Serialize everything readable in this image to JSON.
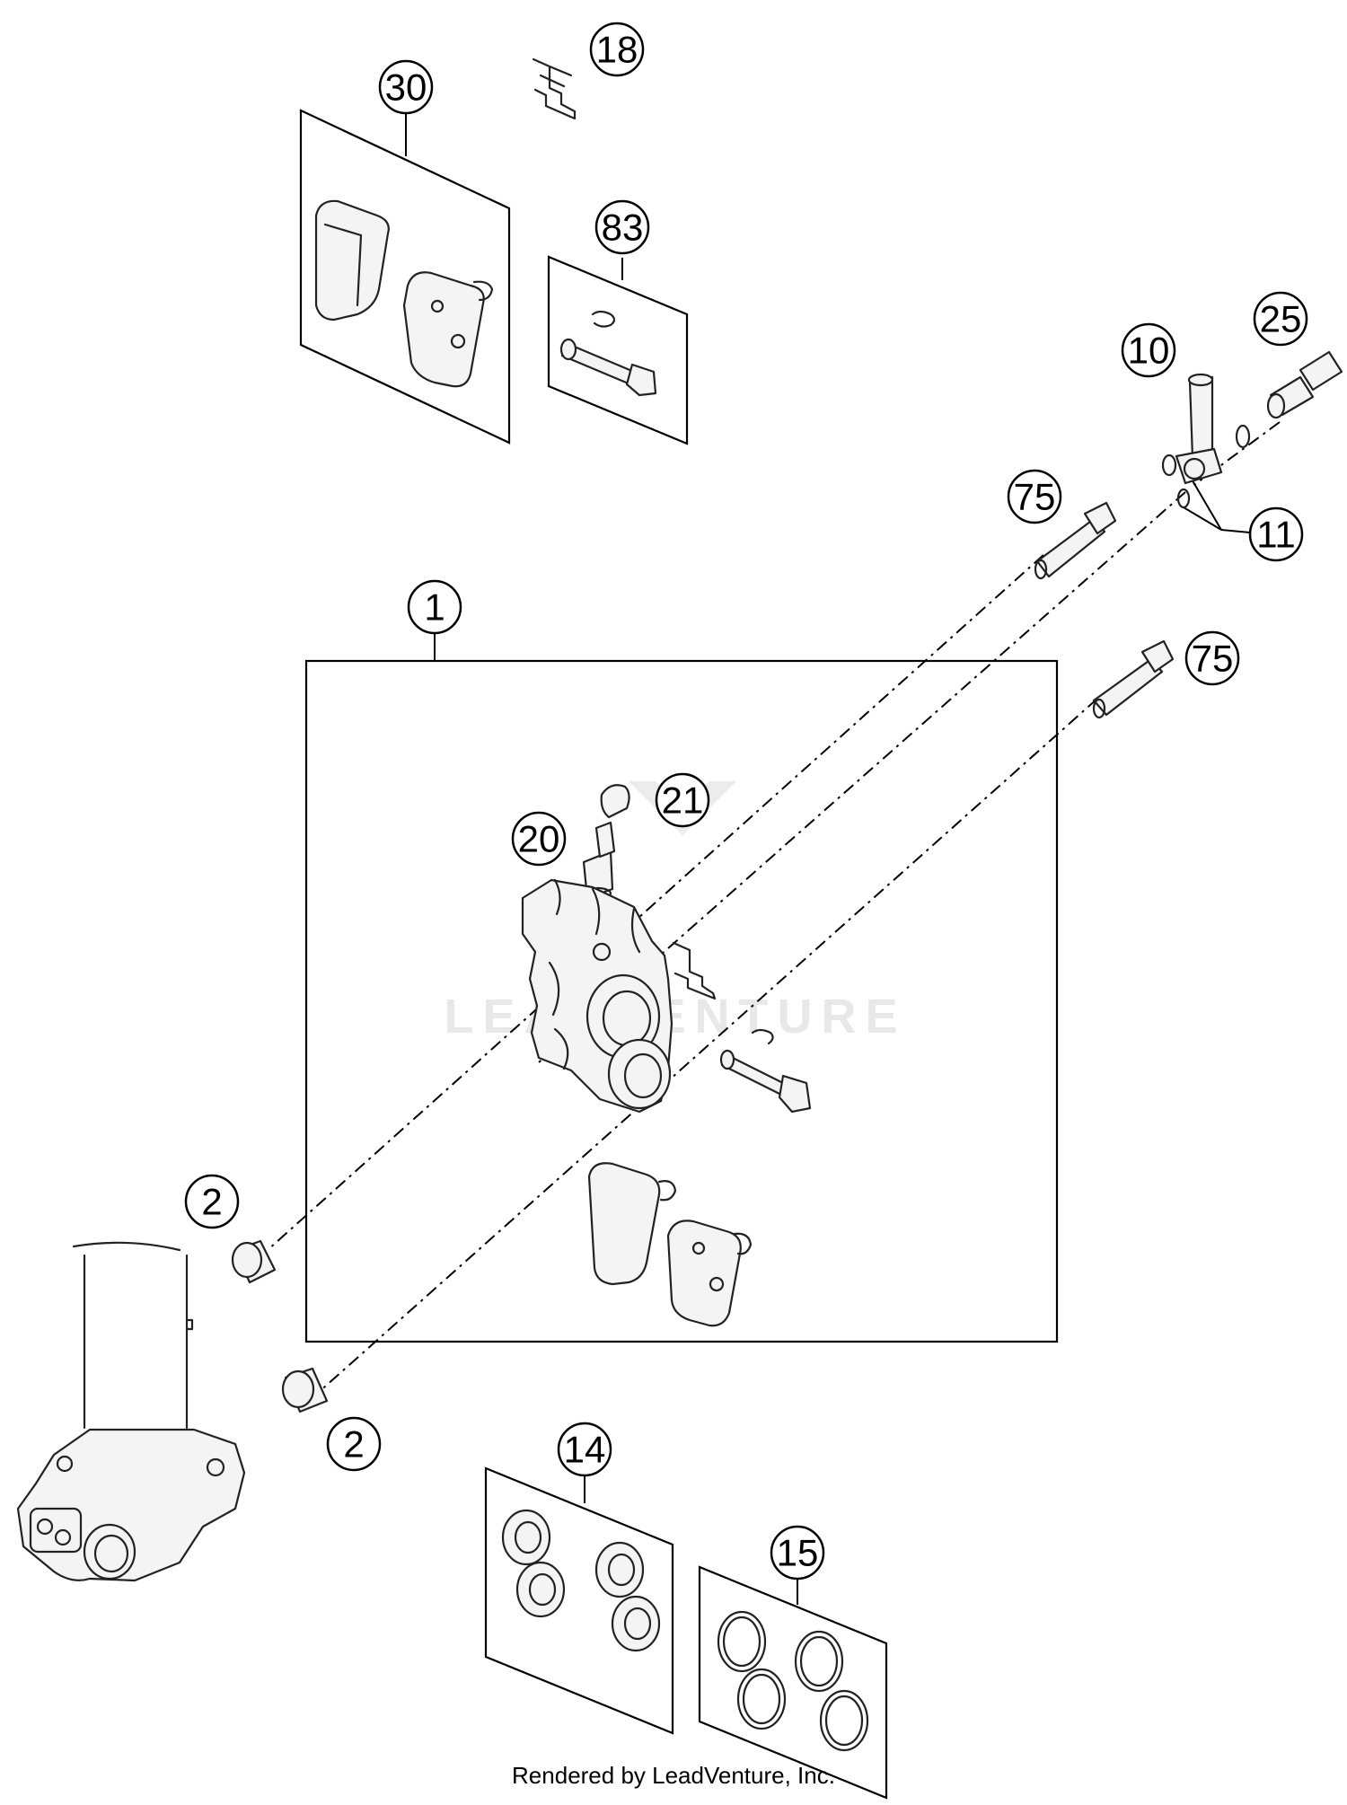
{
  "callouts": {
    "c1": "1",
    "c2a": "2",
    "c2b": "2",
    "c10": "10",
    "c11": "11",
    "c14": "14",
    "c15": "15",
    "c18": "18",
    "c20": "20",
    "c21": "21",
    "c25": "25",
    "c30": "30",
    "c75a": "75",
    "c75b": "75",
    "c83": "83"
  },
  "watermark": "LEADVENTURE",
  "footer": "Rendered by LeadVenture, Inc."
}
